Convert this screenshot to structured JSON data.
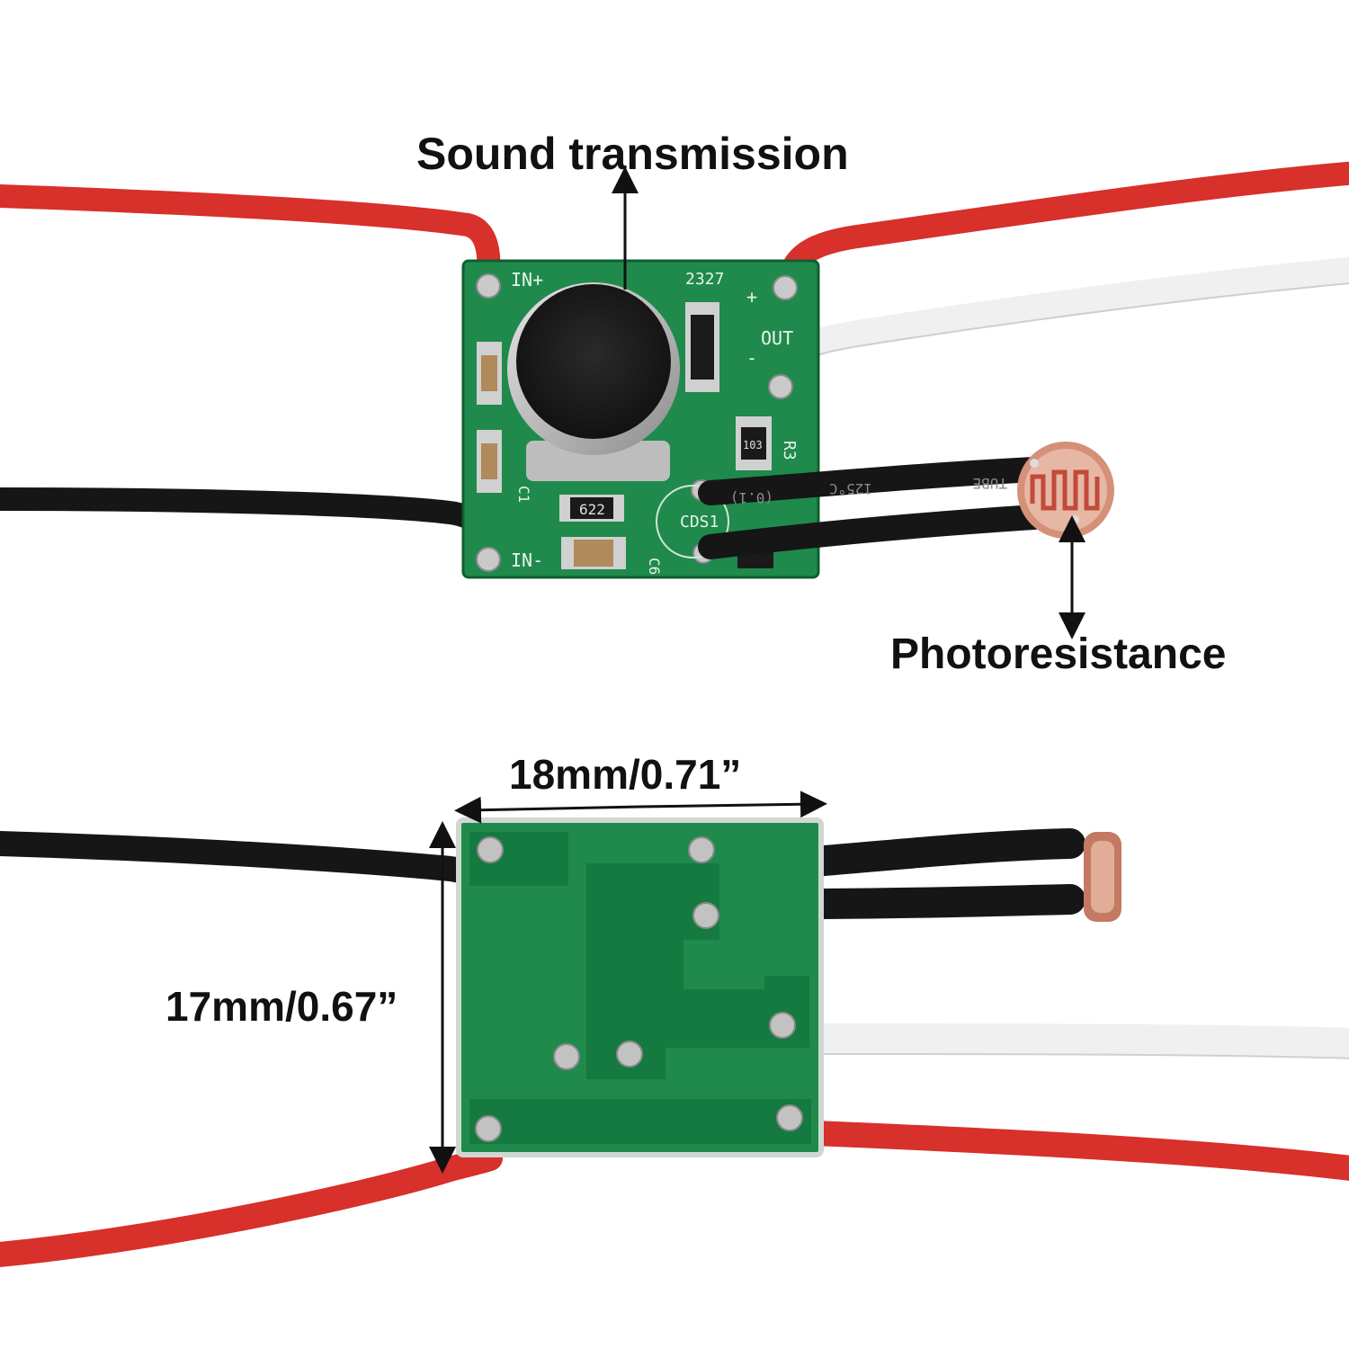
{
  "callouts": {
    "sound_transmission": "Sound transmission",
    "photoresistance": "Photoresistance",
    "width": "18mm/0.71”",
    "height": "17mm/0.67”"
  },
  "pcb_silkscreen": {
    "in_plus": "IN+",
    "in_minus": "IN-",
    "out": "OUT",
    "plus": "+",
    "minus": "-",
    "cds": "CDS1",
    "r3": "R3",
    "chip_code": "622",
    "resistor_code": "103",
    "c6": "C6",
    "c1": "C1",
    "ic_mark": "2327"
  },
  "cable_print": {
    "tube": "TUBE",
    "temp": "125°C",
    "spec": "(0.1)"
  },
  "colors": {
    "pcb_green": "#1f8a4c",
    "pcb_dark": "#157a3f",
    "wire_red": "#e2332c",
    "wire_black": "#161616",
    "wire_white": "#f2f2f2",
    "mic_black": "#1c1c1c",
    "silver": "#c7c7c7"
  }
}
